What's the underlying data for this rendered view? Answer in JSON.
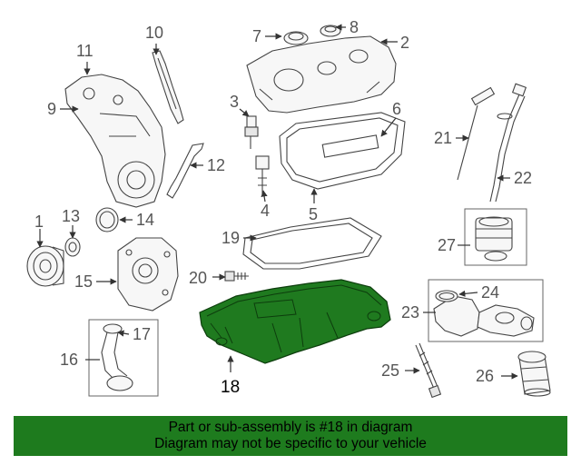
{
  "diagram": {
    "callouts": [
      "1",
      "2",
      "3",
      "4",
      "5",
      "6",
      "7",
      "8",
      "9",
      "10",
      "11",
      "12",
      "13",
      "14",
      "15",
      "16",
      "17",
      "18",
      "19",
      "20",
      "21",
      "22",
      "23",
      "24",
      "25",
      "26",
      "27"
    ],
    "selected_callout": "18",
    "highlight_color": "#1f7a1f"
  },
  "banner": {
    "line1": "Part or sub-assembly is #18 in diagram",
    "line2": "Diagram may not be specific to your vehicle",
    "background": "#1e7b1e"
  }
}
